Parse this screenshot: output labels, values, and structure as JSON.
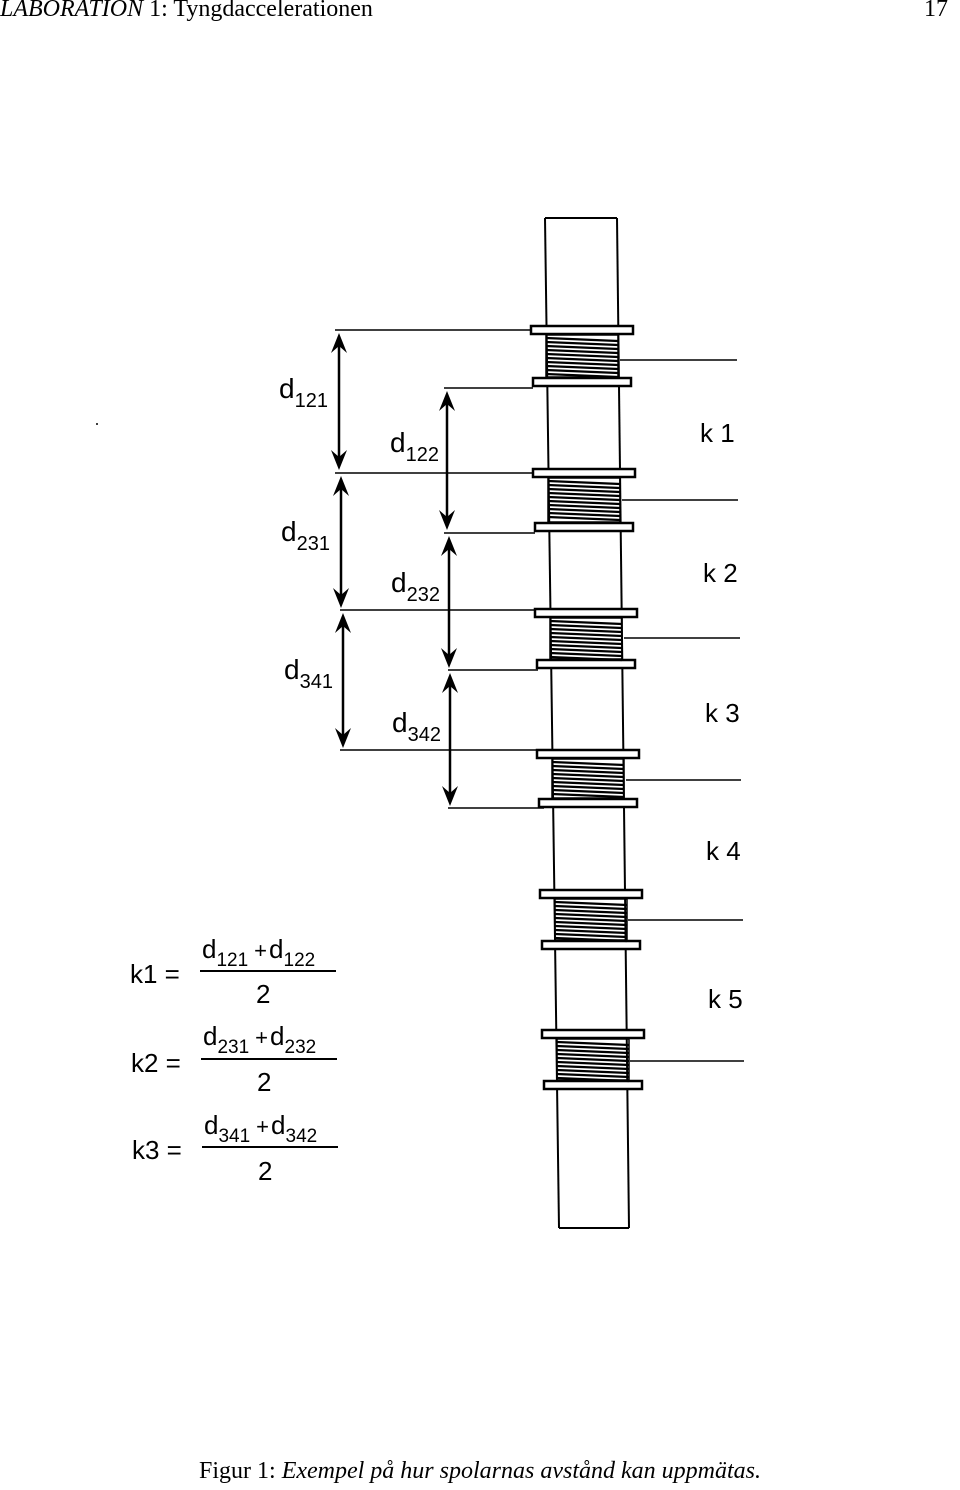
{
  "header": {
    "lab": "LABORATION",
    "rest": " 1: Tyngdaccelerationen",
    "page_number": "17"
  },
  "caption": {
    "label": "Figur 1: ",
    "text": "Exempel på hur spolarnas avstånd kan uppmätas."
  },
  "figure": {
    "coil_labels": [
      "k 1",
      "k 2",
      "k 3",
      "k 4",
      "k 5"
    ],
    "distances": [
      {
        "d": "d",
        "sub": "121"
      },
      {
        "d": "d",
        "sub": "122"
      },
      {
        "d": "d",
        "sub": "231"
      },
      {
        "d": "d",
        "sub": "232"
      },
      {
        "d": "d",
        "sub": "341"
      },
      {
        "d": "d",
        "sub": "342"
      }
    ],
    "formulas": [
      {
        "lhs": "k1 =",
        "a": "121",
        "b": "122",
        "den": "2"
      },
      {
        "lhs": "k2 =",
        "a": "231",
        "b": "232",
        "den": "2"
      },
      {
        "lhs": "k3 =",
        "a": "341",
        "b": "342",
        "den": "2"
      }
    ],
    "plus": "+",
    "d_letter": "d"
  }
}
